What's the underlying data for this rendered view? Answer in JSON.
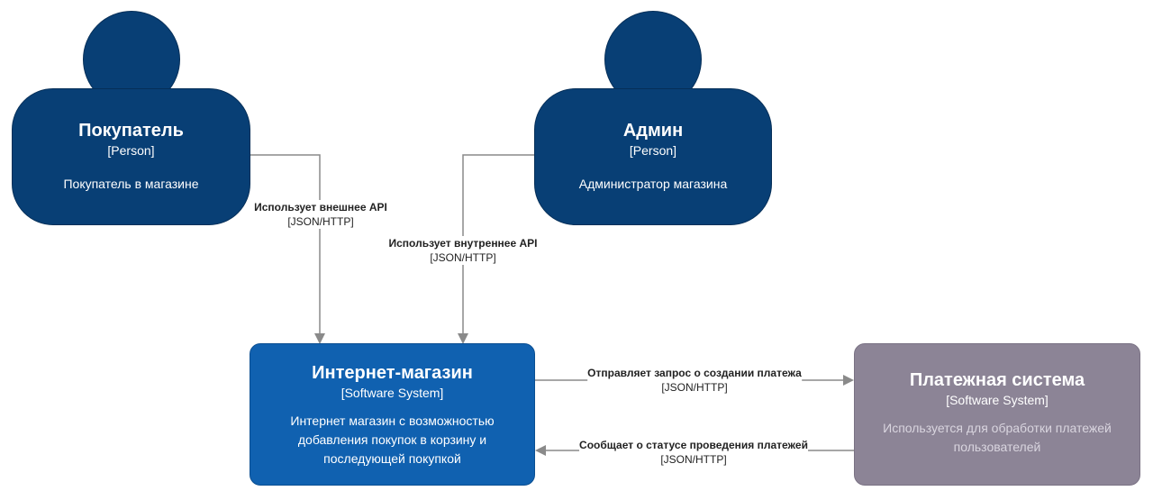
{
  "colors": {
    "person": "#083F75",
    "internal_system": "#1061B0",
    "external_system": "#8C8496",
    "external_text": "#D9D5DF",
    "arrow": "#8A8A8A"
  },
  "nodes": {
    "buyer": {
      "title": "Покупатель",
      "type": "[Person]",
      "description": "Покупатель в магазине"
    },
    "admin": {
      "title": "Админ",
      "type": "[Person]",
      "description": "Администратор магазина"
    },
    "shop": {
      "title": "Интернет-магазин",
      "type": "[Software System]",
      "description": "Интернет магазин с возможностью добавления покупок в корзину и последующей покупкой"
    },
    "payment": {
      "title": "Платежная система",
      "type": "[Software System]",
      "description": "Используется для обработки платежей пользователей"
    }
  },
  "edges": {
    "buyer_to_shop": {
      "label": "Использует внешнее API",
      "tech": "[JSON/HTTP]"
    },
    "admin_to_shop": {
      "label": "Использует внутреннее API",
      "tech": "[JSON/HTTP]"
    },
    "shop_to_payment": {
      "label": "Отправляет запрос о создании платежа",
      "tech": "[JSON/HTTP]"
    },
    "payment_to_shop": {
      "label": "Сообщает о статусе проведения платежей",
      "tech": "[JSON/HTTP]"
    }
  }
}
